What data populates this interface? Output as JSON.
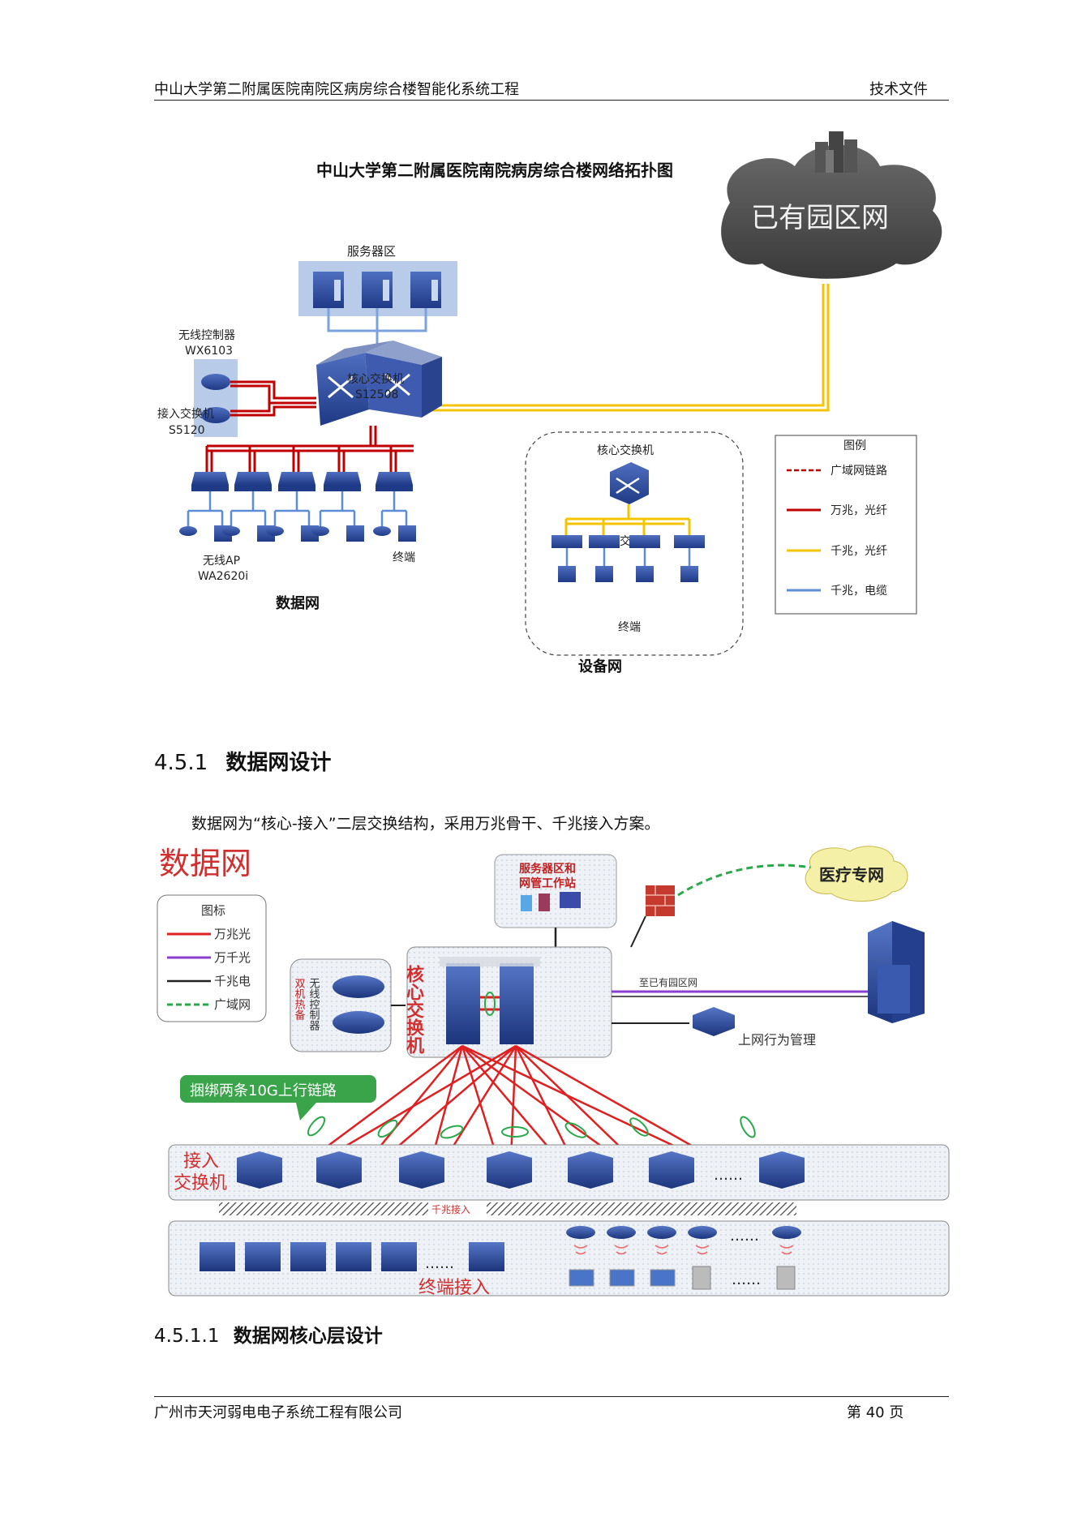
{
  "header": {
    "left": "中山大学第二附属医院南院区病房综合楼智能化系统工程",
    "right": "技术文件"
  },
  "footer": {
    "left": "广州市天河弱电电子系统工程有限公司",
    "right": "第 40 页"
  },
  "diagram1": {
    "title": "中山大学第二附属医院南院病房综合楼网络拓扑图",
    "cloud": "已有园区网",
    "server_zone": "服务器区",
    "wireless_ctrl": "无线控制器",
    "wireless_ctrl_model": "WX6103",
    "core_switch": "核心交换机",
    "core_model": "S12508",
    "access_switch": "接入交换机",
    "access_model": "S5120",
    "ap": "无线AP",
    "ap_model": "WA2620i",
    "terminal": "终端",
    "data_net": "数据网",
    "dev_core": "核心交换机",
    "dev_access": "接入交换机",
    "dev_terminal": "终端",
    "dev_net": "设备网",
    "legend": {
      "title": "图例",
      "items": [
        {
          "label": "广域网链路",
          "color": "#c00000",
          "style": "dashed"
        },
        {
          "label": "万兆，光纤",
          "color": "#c00000",
          "style": "solid"
        },
        {
          "label": "千兆，光纤",
          "color": "#f5c400",
          "style": "solid"
        },
        {
          "label": "千兆，电缆",
          "color": "#5b8ed6",
          "style": "solid"
        }
      ]
    }
  },
  "section": {
    "number": "4.5.1",
    "title": "数据网设计"
  },
  "paragraph": "数据网为“核心-接入”二层交换结构，采用万兆骨干、千兆接入方案。",
  "diagram2": {
    "title": "数据网",
    "legend_title": "图标",
    "legend": [
      {
        "label": "万兆光",
        "color": "#e02020",
        "style": "solid"
      },
      {
        "label": "万千光",
        "color": "#8a3fd1",
        "style": "solid"
      },
      {
        "label": "千兆电",
        "color": "#222222",
        "style": "solid"
      },
      {
        "label": "广域网",
        "color": "#2aa84a",
        "style": "dashed"
      }
    ],
    "server_area_l1": "服务器区和",
    "server_area_l2": "网管工作站",
    "medical_net": "医疗专网",
    "wireless_ctrl": "无线控制器",
    "hot_standby": "双机热备",
    "core_switch": "核心交换机",
    "to_campus": "至已有园区网",
    "internet_mgmt": "上网行为管理",
    "bundle": "捆绑两条10G上行链路",
    "access_switch_l1": "接入",
    "access_switch_l2": "交换机",
    "gigabit_access": "千兆接入",
    "terminal_access": "终端接入",
    "dots": "……"
  },
  "subsection": {
    "number": "4.5.1.1",
    "title": "数据网核心层设计"
  }
}
